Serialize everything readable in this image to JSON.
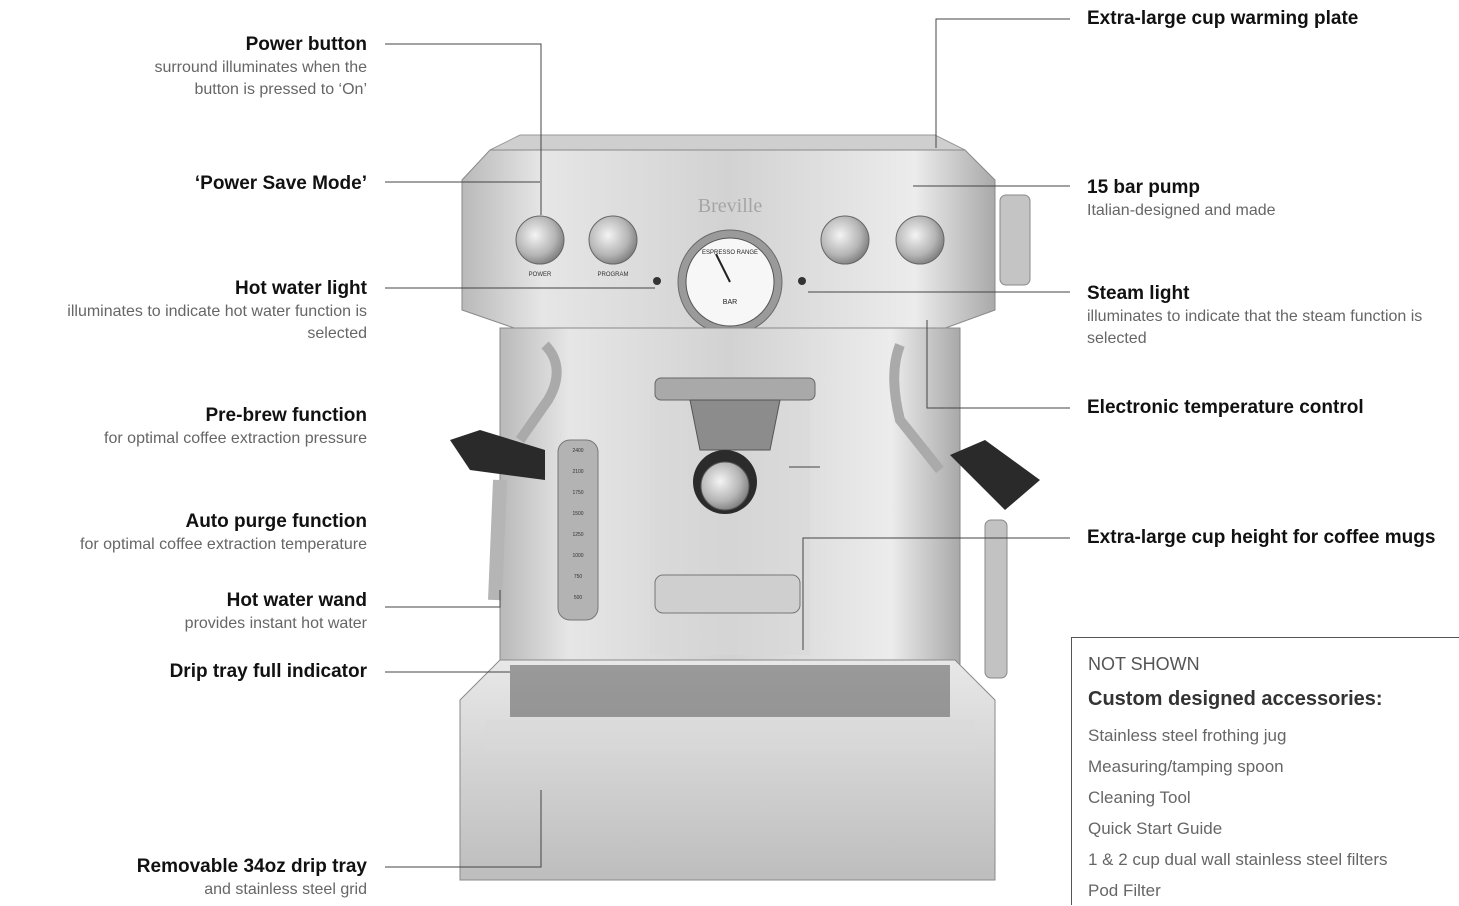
{
  "callouts_left": [
    {
      "title": "Power button",
      "desc": "surround illuminates when the button is pressed to ‘On’"
    },
    {
      "title": "‘Power Save Mode’",
      "desc": ""
    },
    {
      "title": "Hot water light",
      "desc": "illuminates to indicate hot water function is selected"
    },
    {
      "title": "Pre-brew function",
      "desc": "for optimal coffee extraction pressure"
    },
    {
      "title": "Auto purge function",
      "desc": "for optimal coffee extraction temperature"
    },
    {
      "title": "Hot water wand",
      "desc": "provides instant hot water"
    },
    {
      "title": "Drip tray full indicator",
      "desc": ""
    },
    {
      "title": "Removable 34oz drip tray",
      "desc": "and stainless steel grid"
    }
  ],
  "callouts_right": [
    {
      "title": "Extra-large cup warming plate",
      "desc": ""
    },
    {
      "title": "15 bar pump",
      "desc": "Italian-designed and made"
    },
    {
      "title": "Steam light",
      "desc": "illuminates to indicate that the steam function is selected"
    },
    {
      "title": "Electronic temperature control",
      "desc": ""
    },
    {
      "title": "Extra-large cup height for coffee mugs",
      "desc": ""
    }
  ],
  "machine": {
    "brand": "Breville",
    "button_labels": [
      "POWER",
      "PROGRAM",
      "",
      ""
    ],
    "gauge_label": "BAR",
    "gauge_arc_text": "ESPRESSO RANGE",
    "water_tank_marks": [
      "2400",
      "2100",
      "1750",
      "1500",
      "1250",
      "1000",
      "750",
      "500"
    ]
  },
  "not_shown": {
    "heading": "NOT SHOWN",
    "subheading": "Custom designed accessories:",
    "items": [
      "Stainless steel frothing jug",
      "Measuring/tamping spoon",
      "Cleaning Tool",
      "Quick Start Guide",
      "1 & 2 cup dual wall stainless steel filters",
      "Pod Filter"
    ]
  }
}
